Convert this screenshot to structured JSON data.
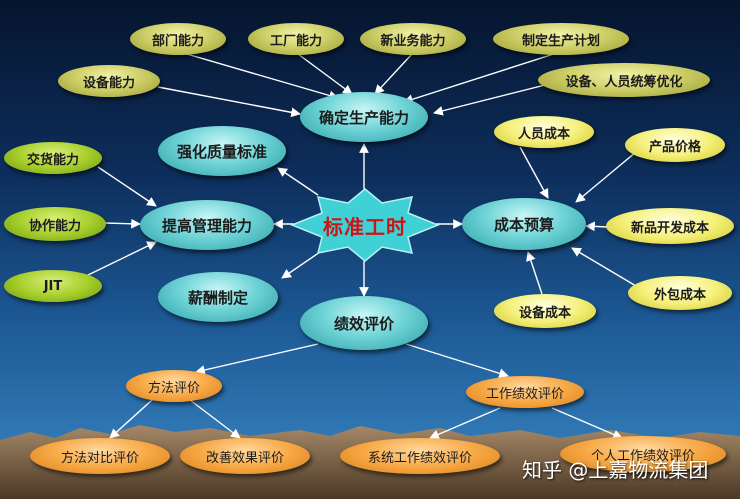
{
  "center": {
    "label": "标准工时"
  },
  "nodes": {
    "bumen": "部门能力",
    "gongchang": "工厂能力",
    "xinyewu": "新业务能力",
    "zhiding": "制定生产计划",
    "shebei_nl": "设备能力",
    "shebei_ry": "设备、人员统筹优化",
    "queding": "确定生产能力",
    "qianghua": "强化质量标准",
    "jiaohuo": "交货能力",
    "xiezuo": "协作能力",
    "jit": "JIT",
    "tigao": "提高管理能力",
    "xinchou": "薪酬制定",
    "jixiao": "绩效评价",
    "renyuan": "人员成本",
    "chanpin": "产品价格",
    "chengben": "成本预算",
    "xinpin": "新品开发成本",
    "waibao": "外包成本",
    "shebei_cb": "设备成本",
    "fangfa": "方法评价",
    "gongzuo": "工作绩效评价",
    "duibi": "方法对比评价",
    "gaishan": "改善效果评价",
    "xitong": "系统工作绩效评价",
    "geren": "个人工作绩效评价"
  },
  "watermark": "知乎 @上嘉物流集团"
}
